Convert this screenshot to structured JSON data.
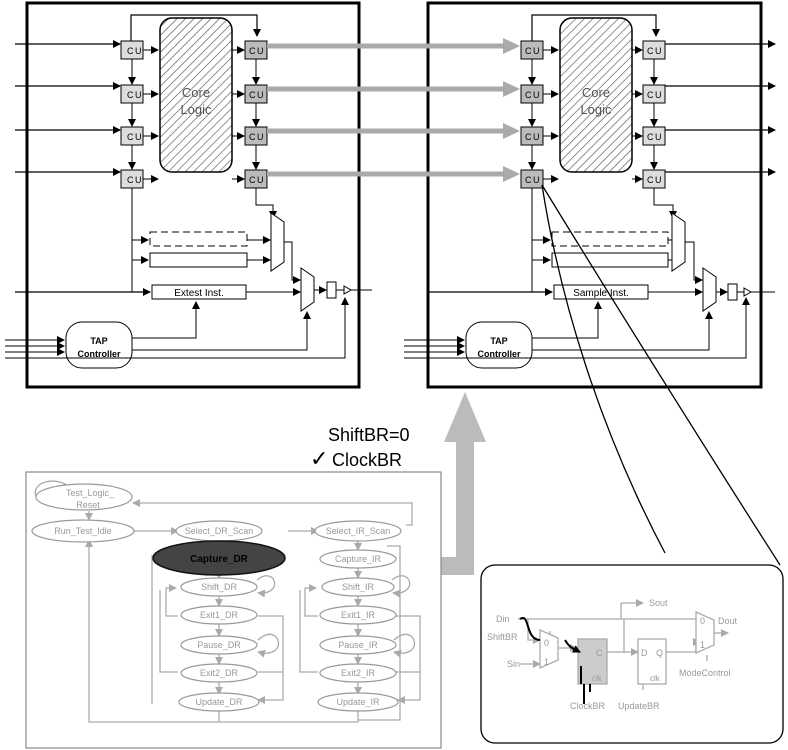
{
  "chips": [
    {
      "core_label_1": "Core",
      "core_label_2": "Logic",
      "inst_label": "Extest Inst.",
      "tap_label_1": "TAP",
      "tap_label_2": "Controller"
    },
    {
      "core_label_1": "Core",
      "core_label_2": "Logic",
      "inst_label": "Sample Inst.",
      "tap_label_1": "TAP",
      "tap_label_2": "Controller"
    }
  ],
  "cell_labels": {
    "c": "C",
    "u": "U"
  },
  "signals": {
    "shift": "ShiftBR=0",
    "check": "✓",
    "clock": "ClockBR"
  },
  "fsm_states": {
    "test_logic_reset": "Test_Logic_",
    "test_logic_reset_2": "Reset",
    "run_test_idle": "Run_Test_Idle",
    "select_dr_scan": "Select_DR_Scan",
    "select_ir_scan": "Select_IR_Scan",
    "capture_dr": "Capture_DR",
    "capture_ir": "Capture_IR",
    "shift_dr": "Shift_DR",
    "shift_ir": "Shift_IR",
    "exit1_dr": "Exit1_DR",
    "exit1_ir": "Exit1_IR",
    "pause_dr": "Pause_DR",
    "pause_ir": "Pause_IR",
    "exit2_dr": "Exit2_DR",
    "exit2_ir": "Exit2_IR",
    "update_dr": "Update_DR",
    "update_ir": "Update_IR"
  },
  "cell_detail": {
    "din": "Din",
    "shiftbr": "ShiftBR",
    "sin": "Sin",
    "sout": "Sout",
    "dout": "Dout",
    "clockbr": "ClockBR",
    "updatebr": "UpdateBR",
    "modecontrol": "ModeControl",
    "mux_0": "0",
    "mux_1": "1",
    "ff_c": "C",
    "ff_d": "D",
    "ff_q": "Q",
    "clk": "clk",
    "mux2_0": "0",
    "mux2_1": "1"
  }
}
